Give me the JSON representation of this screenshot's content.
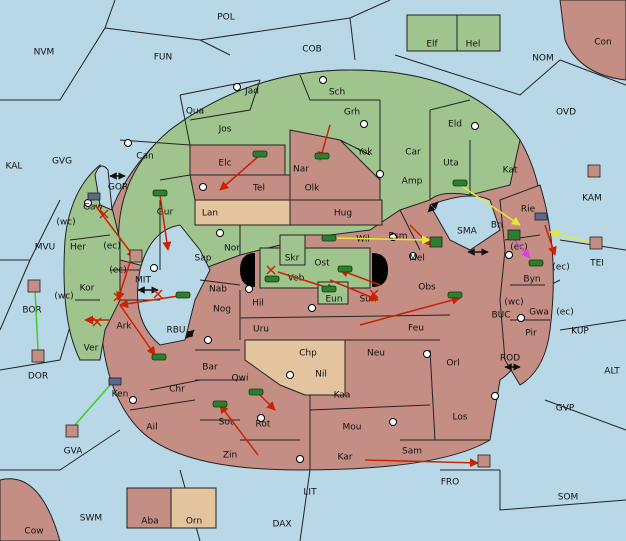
{
  "colors": {
    "sea": "#b8d8e8",
    "green": "#9fc48e",
    "red": "#c48e84",
    "tan": "#e3c49e",
    "order_red": "#cc2200",
    "order_yellow": "#e8e830",
    "order_green": "#44cc22",
    "order_magenta": "#e040e0",
    "order_black": "#111111"
  },
  "labels": {
    "pol": "POL",
    "nvm": "NVM",
    "fun": "FUN",
    "cob": "COB",
    "nom": "NOM",
    "con": "Con",
    "elf": "Elf",
    "hel": "Hel",
    "ovd": "OVD",
    "kal": "KAL",
    "gvg": "GVG",
    "kam": "KAM",
    "mvu": "MVU",
    "bor": "BOR",
    "dor": "DOR",
    "tei": "TEI",
    "kup": "KUP",
    "alt": "ALT",
    "gvp": "GVP",
    "gva": "GVA",
    "fro": "FRO",
    "som": "SOM",
    "lit": "LIT",
    "swm": "SWM",
    "dax": "DAX",
    "cow": "Cow",
    "aba": "Aba",
    "orn": "Orn",
    "jad": "Jad",
    "sch": "Sch",
    "qua": "Qua",
    "jos": "Jos",
    "grh": "Grh",
    "eld": "Eld",
    "can": "Can",
    "elc": "Elc",
    "nar": "Nar",
    "yok": "Yok",
    "car": "Car",
    "uta": "Uta",
    "kat": "Kat",
    "tel": "Tel",
    "olk": "Olk",
    "amp": "Amp",
    "gur": "Gur",
    "lan": "Lan",
    "hug": "Hug",
    "gor": "GOR",
    "gaw": "Gaw",
    "wc1": "(wc)",
    "ec1": "(ec)",
    "her": "Her",
    "nor": "Nor",
    "wil": "Wil",
    "esm": "Esm",
    "sma": "SMA",
    "bri": "Bri",
    "rie": "Rie",
    "skr": "Skr",
    "sap": "Sap",
    "ost": "Ost",
    "mel": "Mel",
    "ec2": "(ec)",
    "byn": "Byn",
    "ec3": "(ec)",
    "ec4": "(ec)",
    "mit": "MIT",
    "veb": "Veb",
    "kor": "Kor",
    "wc2": "(wc)",
    "nab": "Nab",
    "eun": "Eun",
    "sun": "Sun",
    "obs": "Obs",
    "wc3": "(wc)",
    "gwa": "Gwa",
    "ec5": "(ec)",
    "hil": "Hil",
    "nog": "Nog",
    "ark": "Ark",
    "buc": "BUC",
    "pir": "Pir",
    "rbu": "RBU",
    "uru": "Uru",
    "feu": "Feu",
    "ver": "Ver",
    "chp": "Chp",
    "neu": "Neu",
    "orl": "Orl",
    "bar": "Bar",
    "rod": "ROD",
    "nil": "Nil",
    "qwi": "Qwi",
    "chr": "Chr",
    "ken": "Ken",
    "kaa": "Kaa",
    "los": "Los",
    "rot": "Rot",
    "sot": "Sot",
    "ail": "Ail",
    "mou": "Mou",
    "sam": "Sam",
    "zin": "Zin",
    "kar": "Kar"
  }
}
